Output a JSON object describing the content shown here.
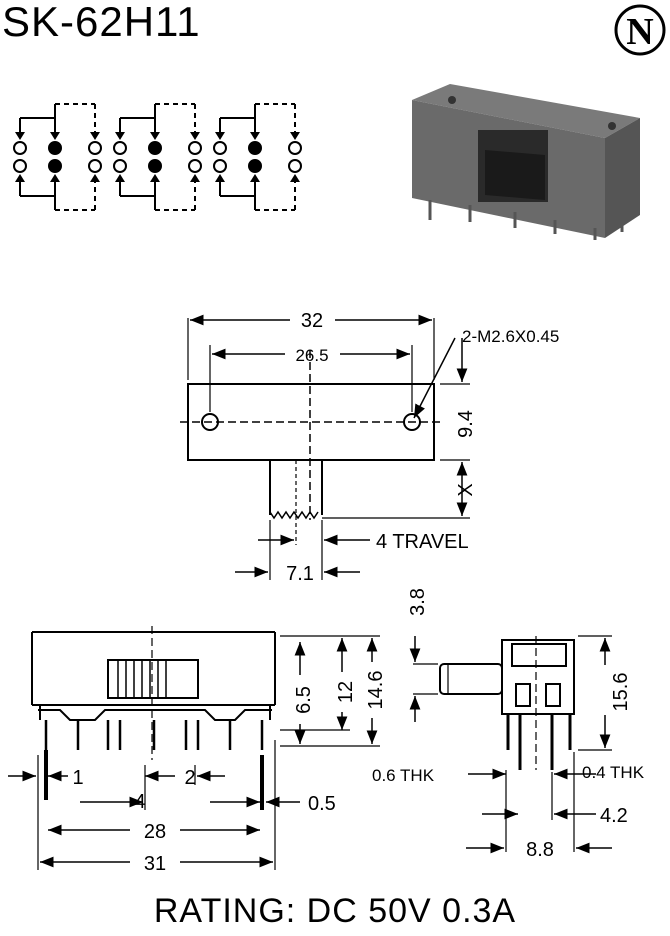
{
  "title": "SK-62H11",
  "logo_letter": "N",
  "rating": "RATING: DC 50V 0.3A",
  "top_view": {
    "width": "32",
    "hole_spacing": "26.5",
    "hole_spec": "2-M2.6X0.45",
    "height": "9.4",
    "actuator_len": "X",
    "travel": "4 TRAVEL",
    "actuator_width": "7.1"
  },
  "front_view": {
    "h1": "6.5",
    "h2": "12",
    "h3": "14.6",
    "pitch1": "1",
    "pitch2": "2",
    "pitch4": "4",
    "pin_w": "0.5",
    "span28": "28",
    "span31": "31"
  },
  "side_view": {
    "knob_h": "3.8",
    "height": "15.6",
    "thk_left": "0.6 THK",
    "thk_right": "0.4 THK",
    "pitch": "4.2",
    "width": "8.8"
  }
}
